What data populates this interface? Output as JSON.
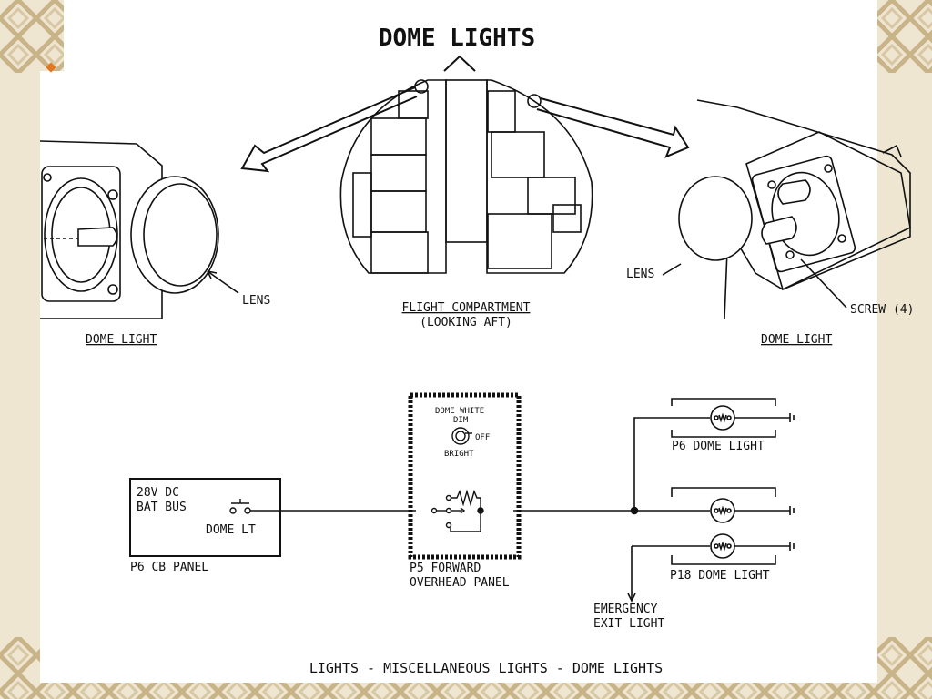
{
  "title": "DOME LIGHTS",
  "footer": "LIGHTS - MISCELLANEOUS LIGHTS - DOME LIGHTS",
  "illustrations": {
    "left": {
      "caption": "DOME LIGHT",
      "lens_label": "LENS"
    },
    "center": {
      "caption": "FLIGHT COMPARTMENT",
      "subcaption": "(LOOKING AFT)"
    },
    "right": {
      "caption": "DOME LIGHT",
      "lens_label": "LENS",
      "screw_label": "SCREW (4)"
    }
  },
  "schematic": {
    "cb_panel": {
      "line1": "28V DC",
      "line2": "BAT BUS",
      "breaker": "DOME LT",
      "name": "P6 CB PANEL"
    },
    "p5_panel": {
      "switch_top": "DOME WHITE",
      "dim": "DIM",
      "off": "OFF",
      "bright": "BRIGHT",
      "name1": "P5 FORWARD",
      "name2": "OVERHEAD PANEL"
    },
    "p6_dome": {
      "name": "P6 DOME LIGHT"
    },
    "p18_dome": {
      "name": "P18 DOME LIGHT"
    },
    "emergency": {
      "line1": "EMERGENCY",
      "line2": "EXIT LIGHT"
    }
  },
  "colors": {
    "border_bg": "#efe6d2",
    "border_pattern": "#c9b48a",
    "bullet": "#e07820"
  }
}
